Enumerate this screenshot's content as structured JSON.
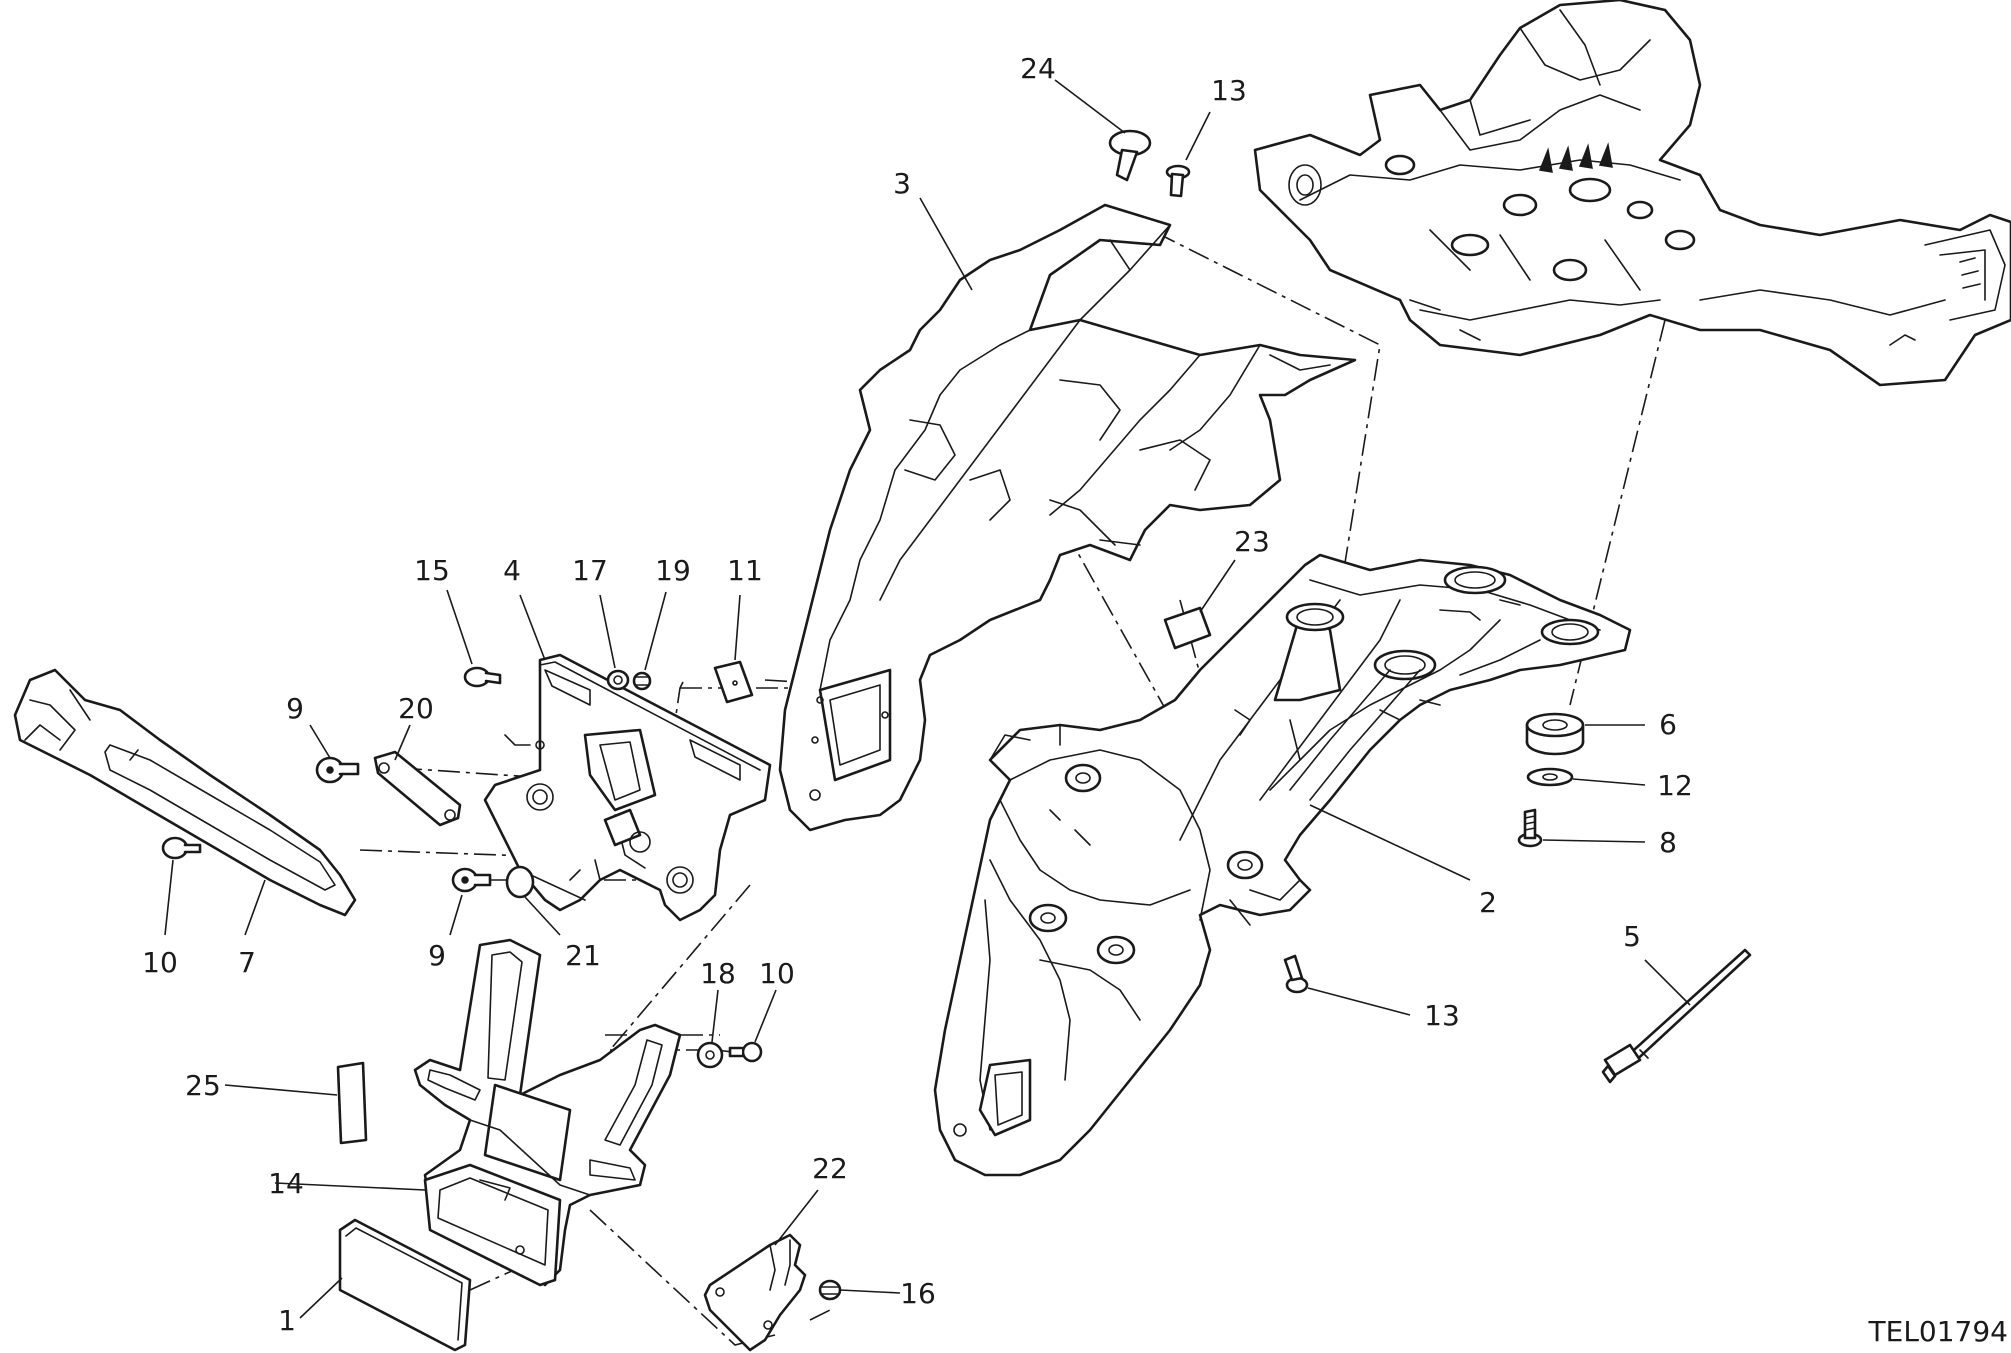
{
  "drawing_code": "TEL01794",
  "callouts": [
    {
      "text": "24"
    },
    {
      "text": "13"
    },
    {
      "text": "3"
    },
    {
      "text": "15"
    },
    {
      "text": "4"
    },
    {
      "text": "17"
    },
    {
      "text": "19"
    },
    {
      "text": "11"
    },
    {
      "text": "23"
    },
    {
      "text": "9"
    },
    {
      "text": "20"
    },
    {
      "text": "6"
    },
    {
      "text": "12"
    },
    {
      "text": "8"
    },
    {
      "text": "2"
    },
    {
      "text": "10"
    },
    {
      "text": "7"
    },
    {
      "text": "9"
    },
    {
      "text": "21"
    },
    {
      "text": "18"
    },
    {
      "text": "10"
    },
    {
      "text": "5"
    },
    {
      "text": "13"
    },
    {
      "text": "25"
    },
    {
      "text": "14"
    },
    {
      "text": "22"
    },
    {
      "text": "16"
    },
    {
      "text": "1"
    }
  ]
}
